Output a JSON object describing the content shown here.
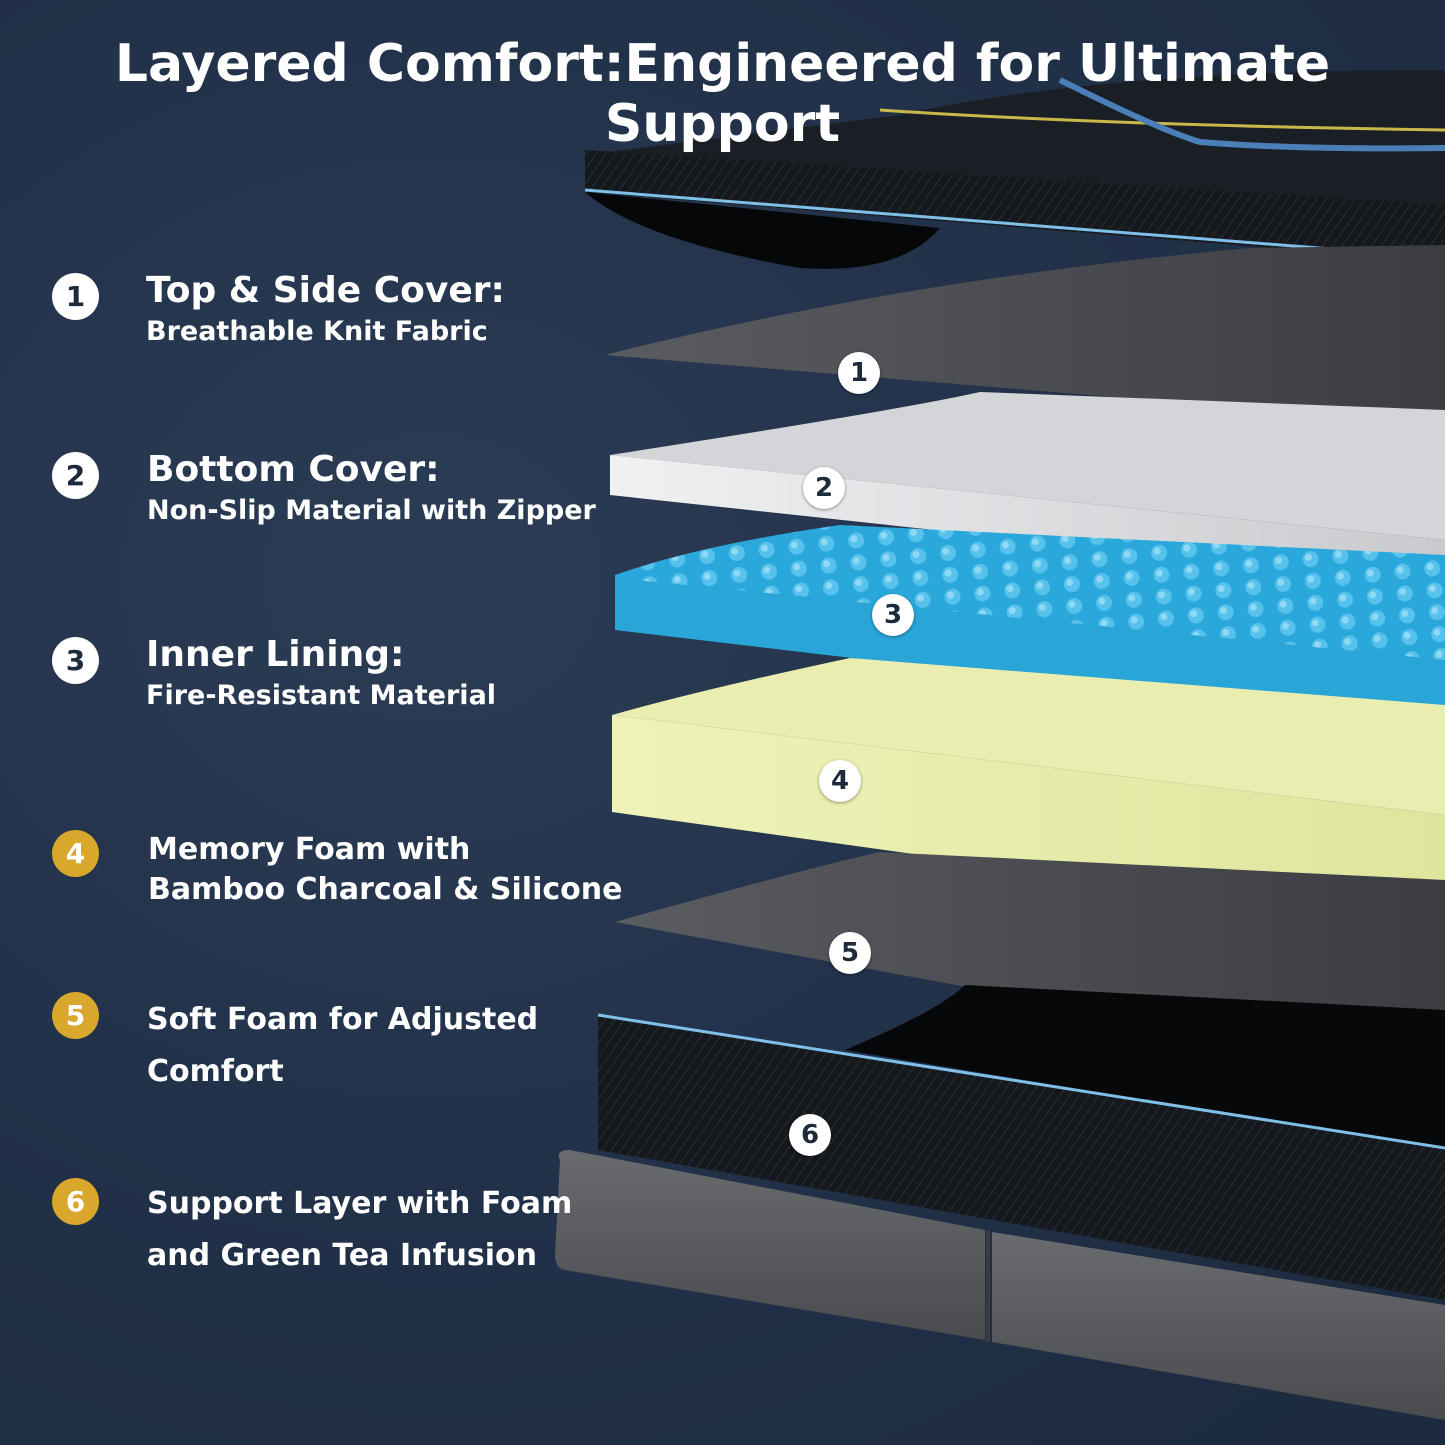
{
  "title": "Layered Comfort:Engineered for Ultimate Support",
  "items": [
    {
      "number": "1",
      "heading": "Top & Side Cover:",
      "sub": "Breathable Knit Fabric"
    },
    {
      "number": "2",
      "heading": "Bottom Cover:",
      "sub": "Non-Slip Material with Zipper"
    },
    {
      "number": "3",
      "heading": "Inner Lining:",
      "sub": "Fire-Resistant Material"
    },
    {
      "number": "4",
      "line1": "Memory Foam with",
      "line2": "Bamboo Charcoal & Silicone"
    },
    {
      "number": "5",
      "line1": "Soft Foam for Adjusted",
      "line2": "Comfort"
    },
    {
      "number": "6",
      "line1": "Support Layer with Foam",
      "line2": "and Green Tea Infusion"
    }
  ],
  "markers": [
    "1",
    "2",
    "3",
    "4",
    "5",
    "6"
  ],
  "colors": {
    "background": "#22324a",
    "badge_white": "#ffffff",
    "badge_gold": "#d9a72b",
    "cover_black": "#16191f",
    "sheet_gray": "#4d4f53",
    "white_layer": "#e4e5e8",
    "blue_foam": "#2aa7db",
    "yellow_foam": "#e6ecaa",
    "base_gray": "#5a5b5e",
    "edge_blue": "#7fbfe8"
  }
}
